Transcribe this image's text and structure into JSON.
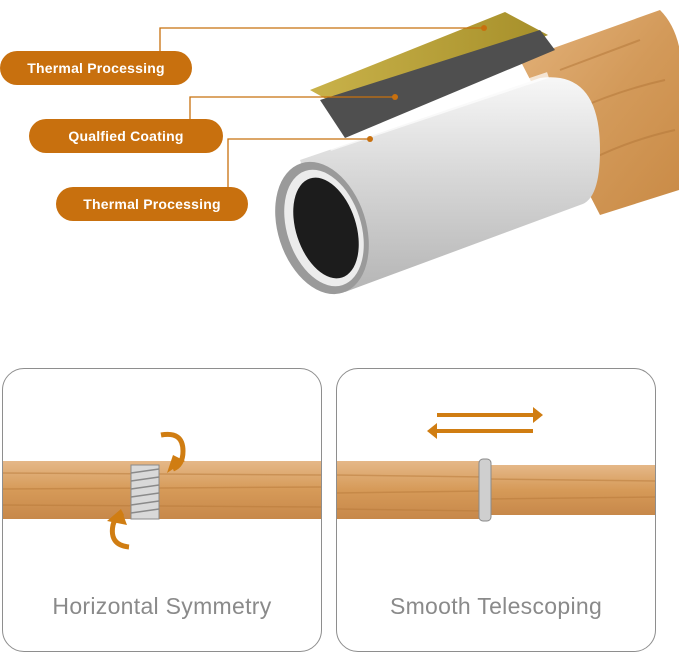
{
  "callouts": [
    {
      "label": "Thermal Processing"
    },
    {
      "label": "Qualfied Coating"
    },
    {
      "label": "Thermal Processing"
    }
  ],
  "panels": [
    {
      "caption": "Horizontal Symmetry"
    },
    {
      "caption": "Smooth Telescoping"
    }
  ],
  "colors": {
    "accent": "#c8700e",
    "wood": "#d89a55",
    "metal": "#cfcfcf",
    "layer_gold": "#b9a33c",
    "layer_dark": "#5a5a5a"
  },
  "icons": [
    "rotate-arrow-icon",
    "sliding-arrows-icon"
  ]
}
